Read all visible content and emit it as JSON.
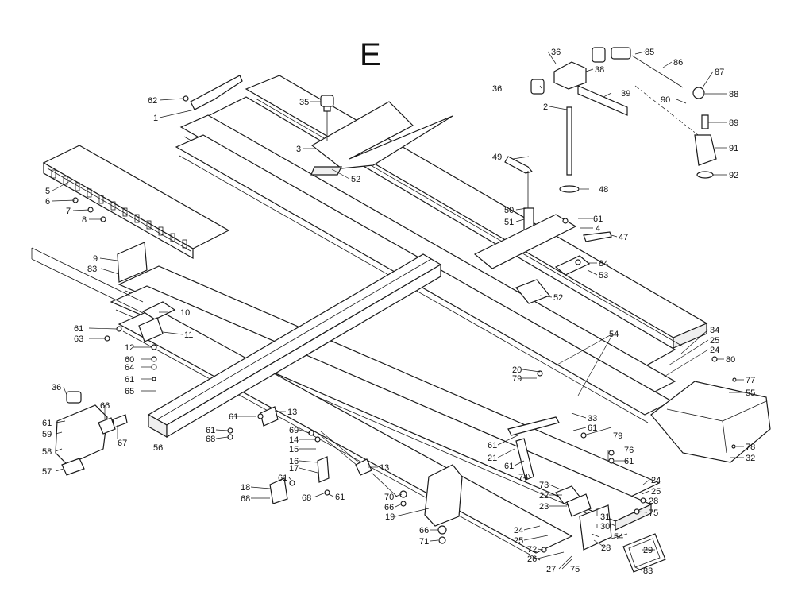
{
  "diagram": {
    "sheet_letter": "E",
    "callouts": [
      {
        "id": "c1",
        "text": "1"
      },
      {
        "id": "c2",
        "text": "2"
      },
      {
        "id": "c3",
        "text": "3"
      },
      {
        "id": "c4",
        "text": "4"
      },
      {
        "id": "c5",
        "text": "5"
      },
      {
        "id": "c6",
        "text": "6"
      },
      {
        "id": "c7",
        "text": "7"
      },
      {
        "id": "c8",
        "text": "8"
      },
      {
        "id": "c9",
        "text": "9"
      },
      {
        "id": "c10",
        "text": "10"
      },
      {
        "id": "c11",
        "text": "11"
      },
      {
        "id": "c12",
        "text": "12"
      },
      {
        "id": "c13a",
        "text": "13"
      },
      {
        "id": "c13b",
        "text": "13"
      },
      {
        "id": "c14",
        "text": "14"
      },
      {
        "id": "c15",
        "text": "15"
      },
      {
        "id": "c16",
        "text": "16"
      },
      {
        "id": "c17",
        "text": "17"
      },
      {
        "id": "c18",
        "text": "18"
      },
      {
        "id": "c19",
        "text": "19"
      },
      {
        "id": "c20",
        "text": "20"
      },
      {
        "id": "c21",
        "text": "21"
      },
      {
        "id": "c22",
        "text": "22"
      },
      {
        "id": "c23",
        "text": "23"
      },
      {
        "id": "c24a",
        "text": "24"
      },
      {
        "id": "c24b",
        "text": "24"
      },
      {
        "id": "c24c",
        "text": "24"
      },
      {
        "id": "c25a",
        "text": "25"
      },
      {
        "id": "c25b",
        "text": "25"
      },
      {
        "id": "c25c",
        "text": "25"
      },
      {
        "id": "c26",
        "text": "26"
      },
      {
        "id": "c27",
        "text": "27"
      },
      {
        "id": "c28a",
        "text": "28"
      },
      {
        "id": "c28b",
        "text": "28"
      },
      {
        "id": "c29",
        "text": "29"
      },
      {
        "id": "c30",
        "text": "30"
      },
      {
        "id": "c31",
        "text": "31"
      },
      {
        "id": "c32",
        "text": "32"
      },
      {
        "id": "c33",
        "text": "33"
      },
      {
        "id": "c34",
        "text": "34"
      },
      {
        "id": "c35",
        "text": "35"
      },
      {
        "id": "c36a",
        "text": "36"
      },
      {
        "id": "c36b",
        "text": "36"
      },
      {
        "id": "c36c",
        "text": "36"
      },
      {
        "id": "c38",
        "text": "38"
      },
      {
        "id": "c39",
        "text": "39"
      },
      {
        "id": "c47",
        "text": "47"
      },
      {
        "id": "c48",
        "text": "48"
      },
      {
        "id": "c49",
        "text": "49"
      },
      {
        "id": "c50",
        "text": "50"
      },
      {
        "id": "c51",
        "text": "51"
      },
      {
        "id": "c52a",
        "text": "52"
      },
      {
        "id": "c52b",
        "text": "52"
      },
      {
        "id": "c53",
        "text": "53"
      },
      {
        "id": "c54a",
        "text": "54"
      },
      {
        "id": "c54b",
        "text": "54"
      },
      {
        "id": "c55",
        "text": "55"
      },
      {
        "id": "c56",
        "text": "56"
      },
      {
        "id": "c57",
        "text": "57"
      },
      {
        "id": "c58",
        "text": "58"
      },
      {
        "id": "c59",
        "text": "59"
      },
      {
        "id": "c60",
        "text": "60"
      },
      {
        "id": "c61a",
        "text": "61"
      },
      {
        "id": "c61b",
        "text": "61"
      },
      {
        "id": "c61c",
        "text": "61"
      },
      {
        "id": "c61d",
        "text": "61"
      },
      {
        "id": "c61e",
        "text": "61"
      },
      {
        "id": "c61f",
        "text": "61"
      },
      {
        "id": "c61g",
        "text": "61"
      },
      {
        "id": "c61h",
        "text": "61"
      },
      {
        "id": "c61i",
        "text": "61"
      },
      {
        "id": "c61j",
        "text": "61"
      },
      {
        "id": "c61k",
        "text": "61"
      },
      {
        "id": "c61l",
        "text": "61"
      },
      {
        "id": "c62",
        "text": "62"
      },
      {
        "id": "c63",
        "text": "63"
      },
      {
        "id": "c64",
        "text": "64"
      },
      {
        "id": "c65",
        "text": "65"
      },
      {
        "id": "c66a",
        "text": "66"
      },
      {
        "id": "c66b",
        "text": "66"
      },
      {
        "id": "c66c",
        "text": "66"
      },
      {
        "id": "c67",
        "text": "67"
      },
      {
        "id": "c68a",
        "text": "68"
      },
      {
        "id": "c68b",
        "text": "68"
      },
      {
        "id": "c68c",
        "text": "68"
      },
      {
        "id": "c69",
        "text": "69"
      },
      {
        "id": "c70",
        "text": "70"
      },
      {
        "id": "c71",
        "text": "71"
      },
      {
        "id": "c72",
        "text": "72"
      },
      {
        "id": "c73",
        "text": "73"
      },
      {
        "id": "c74",
        "text": "74"
      },
      {
        "id": "c75a",
        "text": "75"
      },
      {
        "id": "c75b",
        "text": "75"
      },
      {
        "id": "c76",
        "text": "76"
      },
      {
        "id": "c77",
        "text": "77"
      },
      {
        "id": "c78",
        "text": "78"
      },
      {
        "id": "c79a",
        "text": "79"
      },
      {
        "id": "c79b",
        "text": "79"
      },
      {
        "id": "c80",
        "text": "80"
      },
      {
        "id": "c83a",
        "text": "83"
      },
      {
        "id": "c83b",
        "text": "83"
      },
      {
        "id": "c84",
        "text": "84"
      },
      {
        "id": "c85",
        "text": "85"
      },
      {
        "id": "c86",
        "text": "86"
      },
      {
        "id": "c87",
        "text": "87"
      },
      {
        "id": "c88",
        "text": "88"
      },
      {
        "id": "c89",
        "text": "89"
      },
      {
        "id": "c90",
        "text": "90"
      },
      {
        "id": "c91",
        "text": "91"
      },
      {
        "id": "c92",
        "text": "92"
      }
    ]
  }
}
